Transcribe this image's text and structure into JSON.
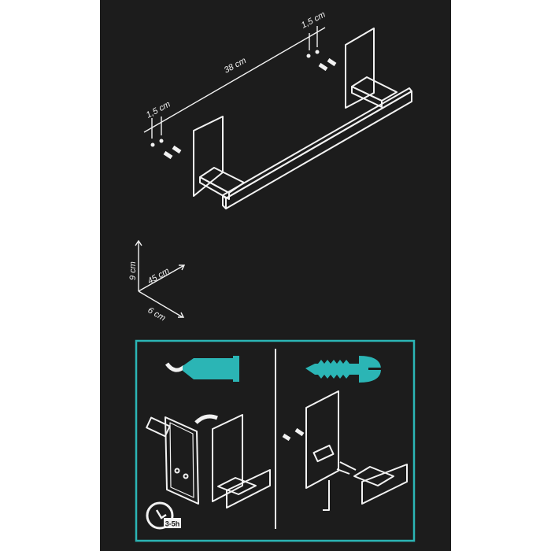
{
  "dimensions": {
    "hole_spacing_left": "1,5 cm",
    "hole_spacing_right": "1,5 cm",
    "length": "38 cm",
    "height_axis": "9 cm",
    "width_axis": "45 cm",
    "depth_axis": "6 cm"
  },
  "install": {
    "adhesive_icon": "glue-tube-icon",
    "screw_icon": "screw-icon",
    "cure_time": "3-5h"
  },
  "colors": {
    "background": "#1c1c1c",
    "accent": "#2bb5b5",
    "line": "#f2f2f2"
  }
}
